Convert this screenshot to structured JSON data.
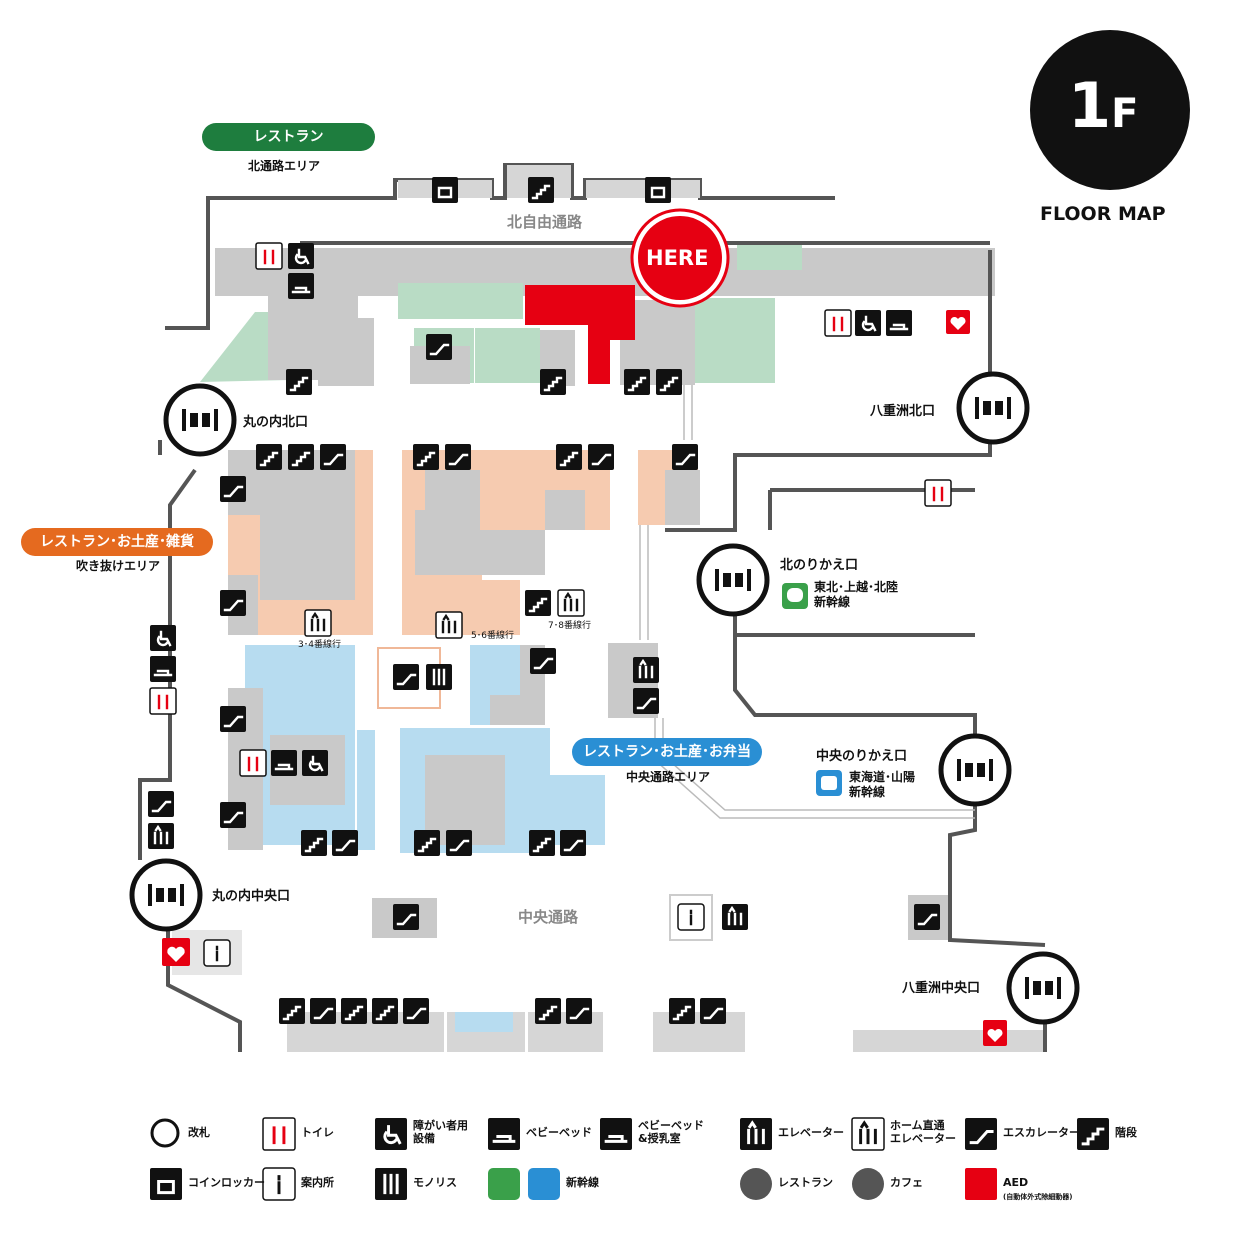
{
  "floor": {
    "number": "1",
    "unit": "F",
    "caption": "FLOOR MAP"
  },
  "here_label": "HERE",
  "areas": {
    "north_restaurant": {
      "title": "レストラン",
      "sub": "北通路エリア",
      "color": "#1e7d3e"
    },
    "fukinuke": {
      "title": "レストラン･お土産･雑貨",
      "sub": "吹き抜けエリア",
      "color": "#e56a1f"
    },
    "central": {
      "title": "レストラン･お土産･お弁当",
      "sub": "中央通路エリア",
      "color": "#2a8fd4"
    }
  },
  "passages": {
    "north": "北自由通路",
    "central": "中央通路"
  },
  "gates": {
    "marunouchi_north": "丸の内北口",
    "yaesu_north": "八重洲北口",
    "kita_norikae": "北のりかえ口",
    "chuo_norikae": "中央のりかえ口",
    "marunouchi_central": "丸の内中央口",
    "yaesu_central": "八重洲中央口"
  },
  "shinkansen": {
    "tohoku": {
      "line1": "東北･上越･北陸",
      "line2": "新幹線"
    },
    "tokaido": {
      "line1": "東海道･山陽",
      "line2": "新幹線"
    }
  },
  "platform_elevators": [
    "3･4番線行",
    "5･6番線行",
    "7･8番線行"
  ],
  "colors": {
    "here": "#e60012",
    "green_area": "#b9dcc5",
    "orange_area": "#f6cbb0",
    "blue_area": "#b7dcf0",
    "gray_area": "#c9c9c9"
  },
  "legend": [
    {
      "icon": "ticket-gate-icon",
      "label": "改札"
    },
    {
      "icon": "toilet-icon",
      "label": "トイレ"
    },
    {
      "icon": "accessible-toilet-icon",
      "label": "障がい者用\n設備"
    },
    {
      "icon": "baby-bed-icon",
      "label": "ベビーベッド"
    },
    {
      "icon": "nursing-room-icon",
      "label": "ベビーベッド\n&授乳室"
    },
    {
      "icon": "elevator-icon",
      "label": "エレベーター"
    },
    {
      "icon": "platform-elevator-icon",
      "label": "ホーム直通\nエレベーター"
    },
    {
      "icon": "escalator-icon",
      "label": "エスカレーター"
    },
    {
      "icon": "stairs-icon",
      "label": "階段"
    },
    {
      "icon": "coin-locker-icon",
      "label": "コインロッカー"
    },
    {
      "icon": "information-icon",
      "label": "案内所"
    },
    {
      "icon": "monolith-icon",
      "label": "モノリス"
    },
    {
      "icon": "shinkansen-icon",
      "label": "新幹線"
    },
    {
      "icon": "restaurant-icon",
      "label": "レストラン"
    },
    {
      "icon": "cafe-icon",
      "label": "カフェ"
    },
    {
      "icon": "aed-icon",
      "label": "AED",
      "sub": "(自動体外式除細動器)"
    }
  ]
}
